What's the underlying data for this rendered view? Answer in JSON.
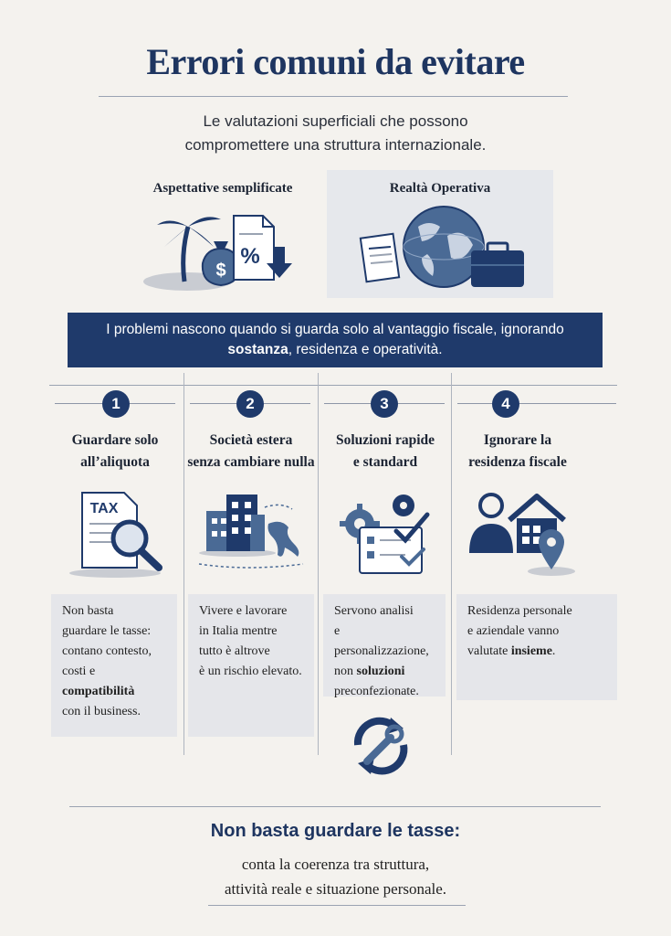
{
  "header": {
    "title": "Errori comuni da evitare",
    "subtitle_line1": "Le valutazioni superficiali che possono",
    "subtitle_line2": "compromettere una struttura internazionale."
  },
  "comparison": {
    "left_title": "Aspettative semplificate",
    "right_title": "Realtà Operativa",
    "tax_percent_symbol": "%",
    "money_symbol": "$"
  },
  "banner": {
    "line1": "I problemi nascono quando si guarda solo al vantaggio fiscale, ignorando",
    "line2_bold": "sostanza",
    "line2_rest": ", residenza e operatività."
  },
  "steps": [
    {
      "number": "1",
      "title_line1": "Guardare solo",
      "title_line2": "all’aliquota",
      "icon_label": "TAX",
      "desc_lines": [
        "Non basta",
        "guardare le tasse:",
        "contano contesto,",
        "costi e"
      ],
      "desc_bold": "compatibilità",
      "desc_end": "con il business."
    },
    {
      "number": "2",
      "title_line1": "Società estera",
      "title_line2": "senza cambiare nulla",
      "desc_lines": [
        "Vivere e lavorare",
        "in Italia mentre",
        "tutto è altrove",
        "è un rischio elevato."
      ]
    },
    {
      "number": "3",
      "title_line1": "Soluzioni rapide",
      "title_line2": "e standard",
      "desc_lines": [
        "Servono analisi",
        "e personalizzazione,"
      ],
      "desc_bold_prefix": "non ",
      "desc_bold": "soluzioni",
      "desc_end": "preconfezionate."
    },
    {
      "number": "4",
      "title_line1": "Ignorare la",
      "title_line2": "residenza fiscale",
      "desc_lines": [
        "Residenza personale",
        "e aziendale vanno"
      ],
      "desc_pre_bold": "valutate ",
      "desc_bold": "insieme",
      "desc_end": "."
    }
  ],
  "footer": {
    "title": "Non basta guardare le tasse:",
    "line1": "conta la coerenza tra struttura,",
    "line2": "attività reale e situazione personale."
  },
  "colors": {
    "navy": "#1f3a6b",
    "background": "#f4f2ee",
    "card": "#e5e6ea",
    "icon_blue": "#4a6a95"
  }
}
